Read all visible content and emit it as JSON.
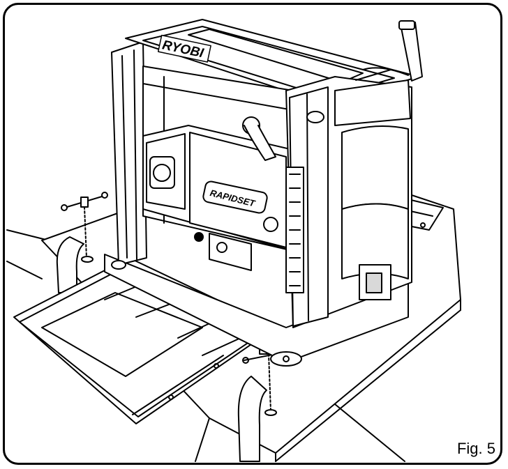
{
  "figure": {
    "label": "Fig. 5",
    "brand_logo": "RYOBI",
    "product_logo": "RAPIDSET"
  },
  "colors": {
    "line": "#000000",
    "background": "#ffffff",
    "shade": "#d9d9d9"
  }
}
